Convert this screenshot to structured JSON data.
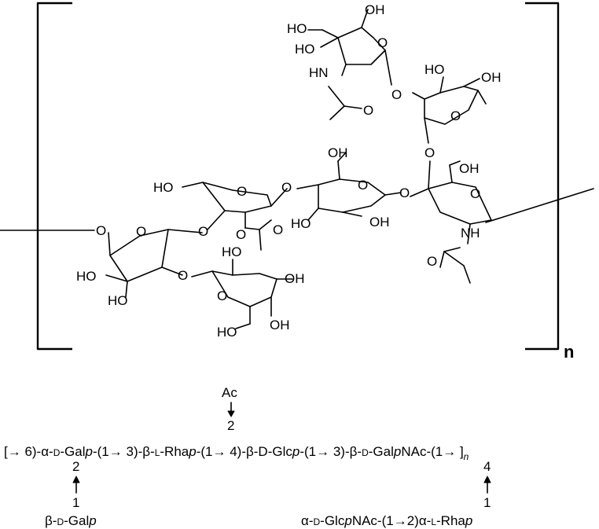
{
  "structure": {
    "atoms": {
      "oh": "OH",
      "ho": "HO",
      "o": "O",
      "hn": "HN",
      "nh": "NH"
    },
    "repeat_label": "n"
  },
  "sequence": {
    "line1_open": "[→ 6)-α-",
    "d": "D",
    "gal_p_a": "-Gal",
    "p": "p",
    "link_a": "-(1→ 3)-β-",
    "l": "L",
    "rha": "-Rha",
    "link_b": "-(1→ 4)-β-D-Glc",
    "link_c": "-(1→ 3)-β-",
    "galpnac_a": "-Gal",
    "nac": "NAc-(1→ ]",
    "n_sub": "n",
    "ac_label": "Ac",
    "pos_2_rha": "2",
    "pos_2_gal": "2",
    "pos_1_gal": "1",
    "pos_4_galnac": "4",
    "pos_1_branch": "1",
    "branch_left_prefix": "β-",
    "branch_left_suffix": "-Gal",
    "branch_right_a": "α-",
    "branch_right_b": "-Glc",
    "branch_right_c": "NAc-(1→2)α-",
    "branch_right_d": "-Rha"
  }
}
